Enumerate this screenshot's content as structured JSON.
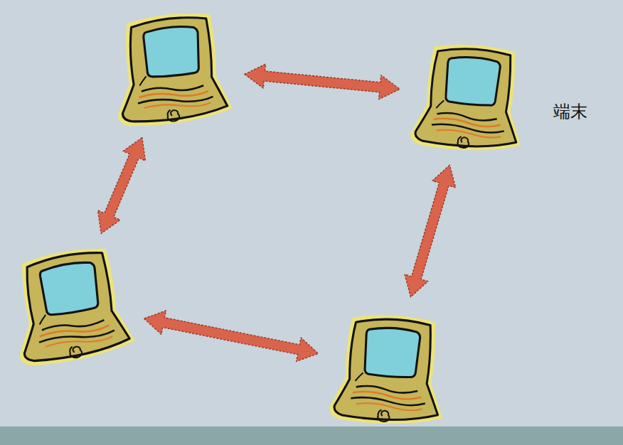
{
  "diagram": {
    "nodes": [
      {
        "text": []
      },
      {
        "text": [
          "端末"
        ]
      },
      {
        "text": []
      },
      {
        "text": []
      }
    ],
    "edges": [
      {
        "from": 0,
        "to": 1,
        "arrow": "both"
      },
      {
        "from": 0,
        "to": 2,
        "arrow": "both"
      },
      {
        "from": 1,
        "to": 3,
        "arrow": "both"
      },
      {
        "from": 2,
        "to": 3,
        "arrow": "both"
      }
    ]
  }
}
